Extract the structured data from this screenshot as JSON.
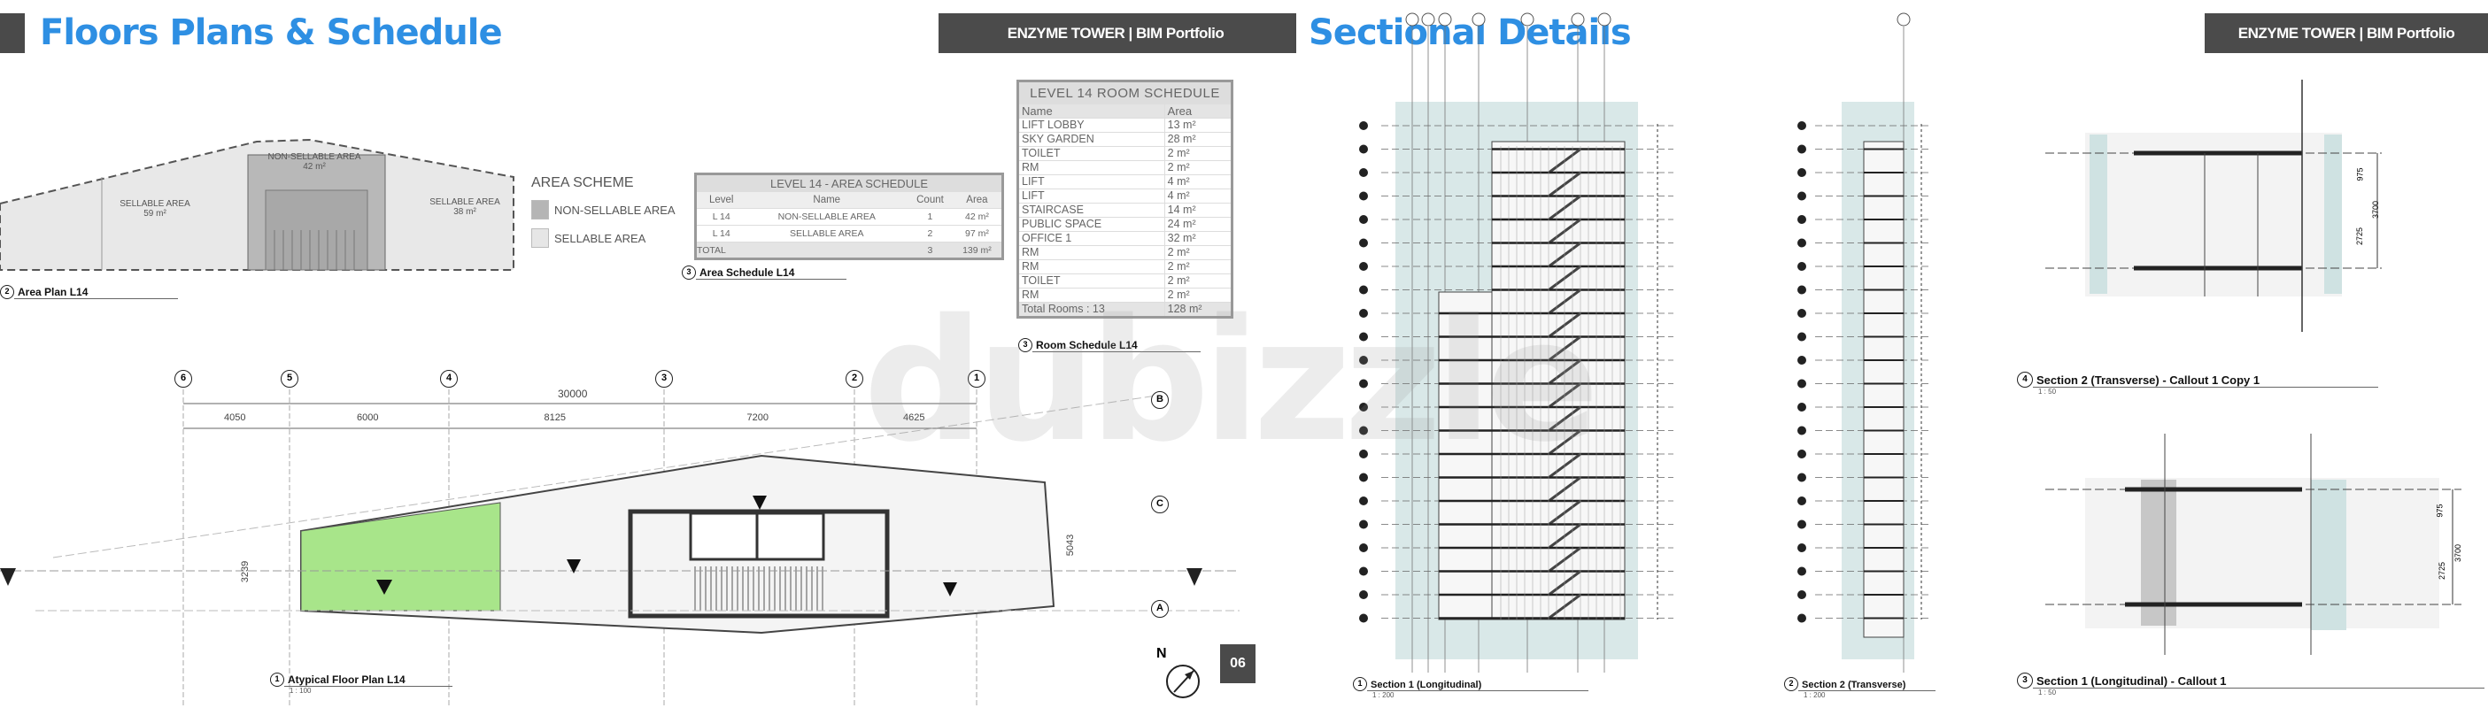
{
  "left_page": {
    "title": "Floors Plans & Schedule",
    "badge": "ENZYME TOWER | BIM Portfolio",
    "page_number": "06",
    "area_plan": {
      "labels": [
        "NON-SELLABLE AREA",
        "42 m²",
        "SELLABLE AREA",
        "59 m²",
        "SELLABLE AREA",
        "38 m²"
      ],
      "caption_num": "2",
      "caption": "Area Plan L14"
    },
    "area_scheme": {
      "title": "AREA SCHEME",
      "items": [
        {
          "label": "NON-SELLABLE AREA",
          "color": "#b5b5b5"
        },
        {
          "label": "SELLABLE AREA",
          "color": "#e6e6e6"
        }
      ]
    },
    "area_schedule": {
      "title": "LEVEL 14 - AREA SCHEDULE",
      "columns": [
        "Level",
        "Name",
        "Count",
        "Area"
      ],
      "rows": [
        [
          "L 14",
          "NON-SELLABLE AREA",
          "1",
          "42 m²"
        ],
        [
          "L 14",
          "SELLABLE AREA",
          "2",
          "97 m²"
        ]
      ],
      "total": [
        "TOTAL",
        "",
        "3",
        "139 m²"
      ],
      "caption_num": "3",
      "caption": "Area Schedule L14"
    },
    "room_schedule": {
      "title": "LEVEL 14  ROOM SCHEDULE",
      "columns": [
        "Name",
        "Area"
      ],
      "rows": [
        [
          "LIFT LOBBY",
          "13 m²"
        ],
        [
          "SKY GARDEN",
          "28 m²"
        ],
        [
          "TOILET",
          "2 m²"
        ],
        [
          "RM",
          "2 m²"
        ],
        [
          "LIFT",
          "4 m²"
        ],
        [
          "LIFT",
          "4 m²"
        ],
        [
          "STAIRCASE",
          "14 m²"
        ],
        [
          "PUBLIC SPACE",
          "24 m²"
        ],
        [
          "OFFICE 1",
          "32 m²"
        ],
        [
          "RM",
          "2 m²"
        ],
        [
          "RM",
          "2 m²"
        ],
        [
          "TOILET",
          "2 m²"
        ],
        [
          "RM",
          "2 m²"
        ]
      ],
      "total": [
        "Total Rooms : 13",
        "128 m²"
      ],
      "caption_num": "3",
      "caption": "Room Schedule L14"
    },
    "floor_plan": {
      "grid_x": [
        "6",
        "5",
        "4",
        "3",
        "2",
        "1"
      ],
      "grid_y": [
        "B",
        "C",
        "A"
      ],
      "overall_dim": "30000",
      "dims": [
        "4050",
        "6000",
        "8125",
        "7200",
        "4625"
      ],
      "side_dims": [
        "3239",
        "5043"
      ],
      "north": "N",
      "green_color": "#a8e58a",
      "caption_num": "1",
      "caption": "Atypical Floor Plan L14",
      "scale": "1 : 100"
    }
  },
  "right_page": {
    "title": "Sectional Details",
    "badge": "ENZYME TOWER | BIM Portfolio",
    "shade_color": "#cfe2e2",
    "section1": {
      "caption_num": "1",
      "caption": "Section 1 (Longitudinal)",
      "scale": "1 : 200"
    },
    "section2": {
      "caption_num": "2",
      "caption": "Section 2 (Transverse)",
      "scale": "1 : 200"
    },
    "callout_top": {
      "caption_num": "4",
      "caption": "Section 2 (Transverse) - Callout 1 Copy 1",
      "scale": "1 : 50",
      "dims": [
        "975",
        "2725",
        "3700"
      ]
    },
    "callout_bottom": {
      "caption_num": "3",
      "caption": "Section 1 (Longitudinal) - Callout 1",
      "scale": "1 : 50",
      "dims": [
        "975",
        "2725",
        "3700"
      ]
    }
  },
  "watermark": "dubizzle"
}
